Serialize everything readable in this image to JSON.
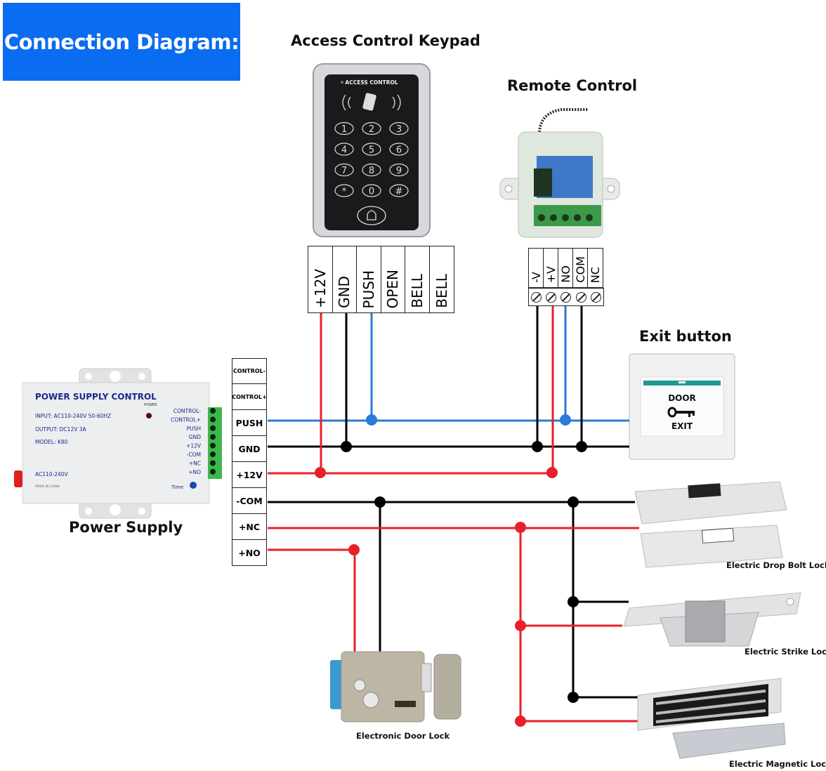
{
  "title": "Connection Diagram:",
  "components": {
    "keypad": {
      "label": "Access Control Keypad",
      "panel_text": "ACCESS CONTROL",
      "keys": [
        "1",
        "2",
        "3",
        "4",
        "5",
        "6",
        "7",
        "8",
        "9",
        "*",
        "0",
        "#"
      ],
      "terminals": [
        "+12V",
        "GND",
        "PUSH",
        "OPEN",
        "BELL",
        "BELL"
      ]
    },
    "remote": {
      "label": "Remote Control",
      "terminals": [
        "-V",
        "+V",
        "NO",
        "COM",
        "NC"
      ]
    },
    "exit_button": {
      "label": "Exit button",
      "text_top": "DOOR",
      "text_bottom": "EXIT"
    },
    "power_supply": {
      "label": "Power Supply",
      "brand": "POWER SUPPLY CONTROL",
      "input": "INPUT: AC110-240V  50-60HZ",
      "output": "OUTPUT: DC12V  3A",
      "model": "MODEL: K80",
      "ac": "AC110-240V",
      "made_in": "MADE IN CHINA",
      "power_led": "POWER",
      "time": "Time",
      "side_terminals": [
        "CONTROL-",
        "CONTROL+",
        "PUSH",
        "GND",
        "+12V",
        "-COM",
        "+NC",
        "+NO"
      ]
    },
    "terminal_block": [
      "CONTROL-",
      "CONTROL+",
      "PUSH",
      "GND",
      "+12V",
      "-COM",
      "+NC",
      "+NO"
    ],
    "locks": {
      "drop_bolt": "Electric Drop Bolt Lock",
      "strike": "Electric Strike Lock",
      "magnetic": "Electric Magnetic Lock",
      "door_lock": "Electronic Door Lock"
    }
  },
  "wire_colors": {
    "positive": "#e8202a",
    "ground": "#000000",
    "push": "#2a7bd6"
  },
  "connections": [
    {
      "from": "PSU PUSH",
      "to": [
        "Keypad PUSH",
        "Remote NO",
        "Exit button"
      ],
      "color": "push"
    },
    {
      "from": "PSU GND",
      "to": [
        "Keypad GND",
        "Remote -V",
        "Remote COM",
        "Exit button"
      ],
      "color": "ground"
    },
    {
      "from": "PSU +12V",
      "to": [
        "Keypad +12V",
        "Remote +V"
      ],
      "color": "positive"
    },
    {
      "from": "PSU -COM",
      "to": [
        "Electronic Door Lock",
        "Electric Drop Bolt Lock",
        "Electric Strike Lock",
        "Electric Magnetic Lock"
      ],
      "color": "ground"
    },
    {
      "from": "PSU +NC",
      "to": [
        "Electric Drop Bolt Lock",
        "Electric Strike Lock",
        "Electric Magnetic Lock"
      ],
      "color": "positive"
    },
    {
      "from": "PSU +NO",
      "to": [
        "Electronic Door Lock"
      ],
      "color": "positive"
    }
  ]
}
